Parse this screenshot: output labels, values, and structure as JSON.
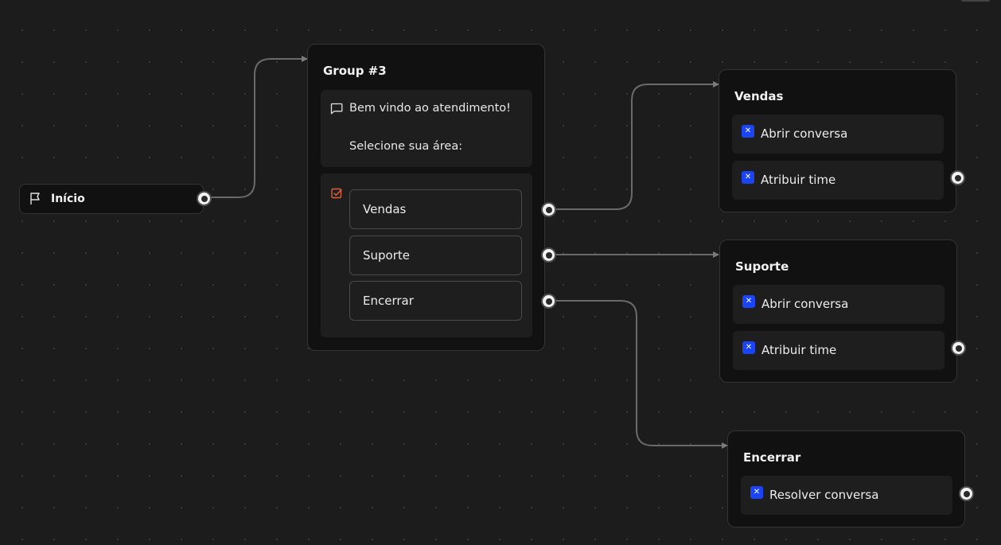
{
  "start_node": {
    "label": "Início",
    "icon": "flag-icon"
  },
  "group": {
    "title": "Group #3",
    "message": {
      "icon": "message-icon",
      "lines": [
        "Bem vindo ao atendimento!",
        "Selecione sua área:"
      ]
    },
    "choices": {
      "icon": "checkbox-icon",
      "items": [
        "Vendas",
        "Suporte",
        "Encerrar"
      ]
    }
  },
  "targets": [
    {
      "title": "Vendas",
      "actions": [
        "Abrir conversa",
        "Atribuir time"
      ]
    },
    {
      "title": "Suporte",
      "actions": [
        "Abrir conversa",
        "Atribuir time"
      ]
    },
    {
      "title": "Encerrar",
      "actions": [
        "Resolver conversa"
      ]
    }
  ],
  "colors": {
    "canvas": "#1c1c1c",
    "node": "#111111",
    "action_icon": "#1a44f5",
    "choice_icon": "#e0603a",
    "edge": "#6a6a6a"
  }
}
